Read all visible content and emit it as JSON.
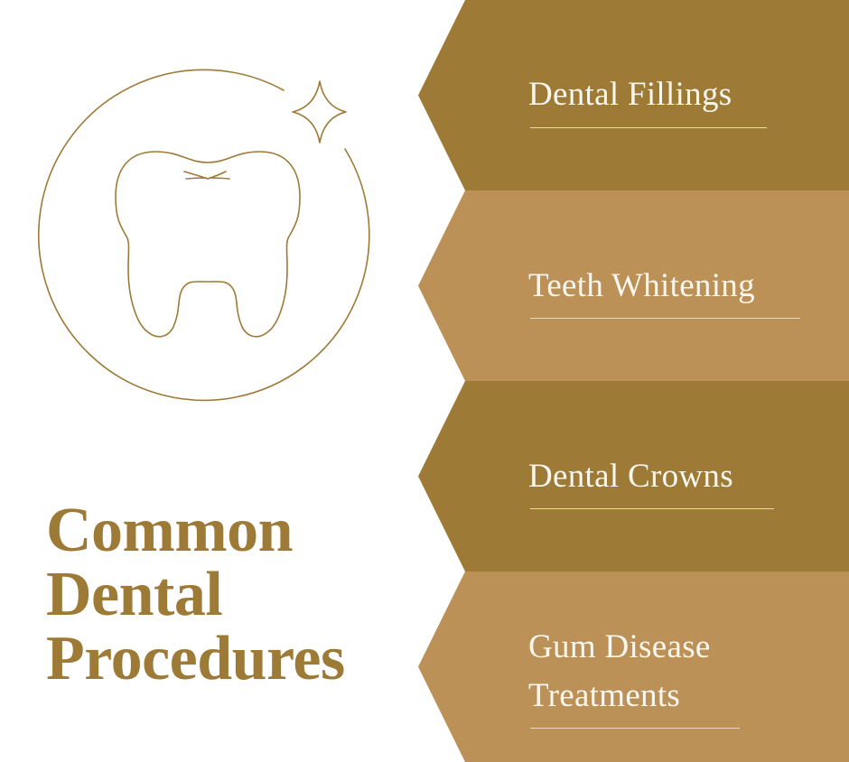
{
  "title": {
    "lines": [
      "Common",
      "Dental",
      "Procedures"
    ],
    "color": "#9E7A37"
  },
  "icon": {
    "name": "tooth-with-sparkle-icon",
    "stroke_color": "#9E7A37"
  },
  "procedures": [
    {
      "label": "Dental Fillings",
      "color": "#9E7A37"
    },
    {
      "label": "Teeth Whitening",
      "color": "#BB9158"
    },
    {
      "label": "Dental Crowns",
      "color": "#9E7A37"
    },
    {
      "label": "Gum Disease Treatments",
      "color": "#BB9158"
    }
  ]
}
